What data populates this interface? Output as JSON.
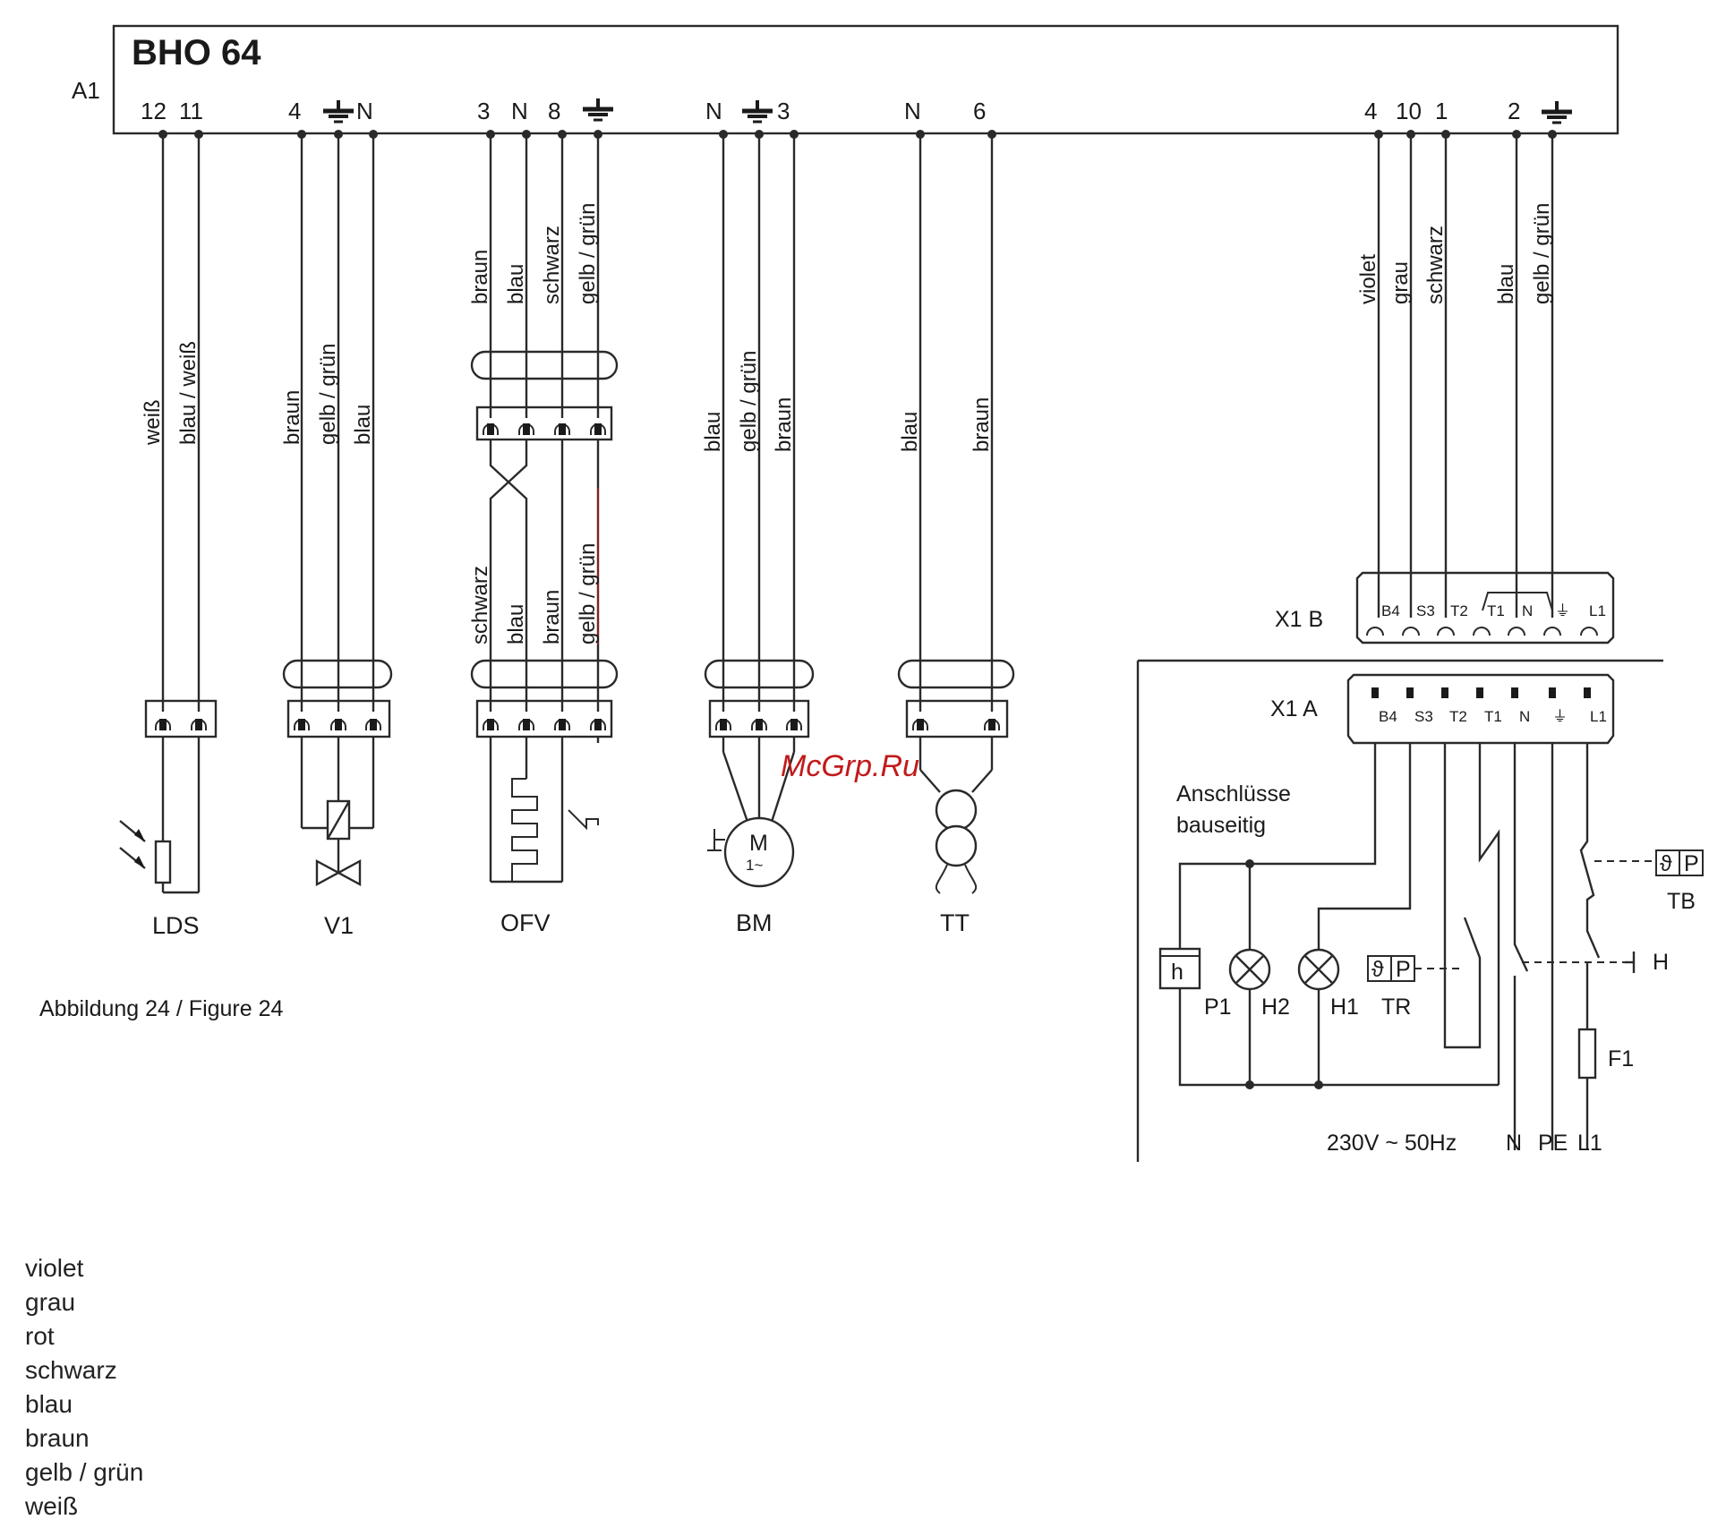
{
  "device": {
    "ref": "A1",
    "name": "BHO 64"
  },
  "terminals": [
    "12",
    "11",
    "4",
    "N",
    "3",
    "N",
    "8",
    "N",
    "3",
    "N",
    "6",
    "4",
    "10",
    "1",
    "2"
  ],
  "wires": {
    "lds": [
      "weiß",
      "blau / weiß"
    ],
    "v1": [
      "braun",
      "gelb / grün",
      "blau"
    ],
    "ofv_top": [
      "braun",
      "blau",
      "schwarz",
      "gelb / grün"
    ],
    "ofv_bottom": [
      "schwarz",
      "blau",
      "braun",
      "gelb / grün"
    ],
    "bm": [
      "blau",
      "gelb / grün",
      "braun"
    ],
    "tt": [
      "blau",
      "braun"
    ],
    "right": [
      "violet",
      "grau",
      "schwarz",
      "blau",
      "gelb / grün"
    ]
  },
  "components": [
    "LDS",
    "V1",
    "OFV",
    "BM",
    "TT"
  ],
  "motor": {
    "symbol": "M",
    "phase": "1~"
  },
  "connectors": {
    "x1b": {
      "label": "X1 B",
      "pins": [
        "B4",
        "S3",
        "T2",
        "T1",
        "N",
        "⏚",
        "L1"
      ]
    },
    "x1a": {
      "label": "X1 A",
      "pins": [
        "B4",
        "S3",
        "T2",
        "T1",
        "N",
        "⏚",
        "L1"
      ]
    }
  },
  "site": {
    "line1": "Anschlüsse",
    "line2": "bauseitig"
  },
  "field_devices": [
    "P1",
    "H2",
    "H1",
    "TR",
    "TB",
    "H",
    "F1"
  ],
  "symbols": {
    "counter": "h",
    "theta": "ϑ",
    "pressure": "P"
  },
  "supply": {
    "voltage": "230V ~ 50Hz",
    "lines": [
      "N",
      "PE",
      "L1"
    ]
  },
  "caption": "Abbildung 24 / Figure 24",
  "watermark": "McGrp.Ru",
  "legend": [
    "violet",
    "grau",
    "rot",
    "schwarz",
    "blau",
    "braun",
    "gelb / grün",
    "weiß"
  ]
}
